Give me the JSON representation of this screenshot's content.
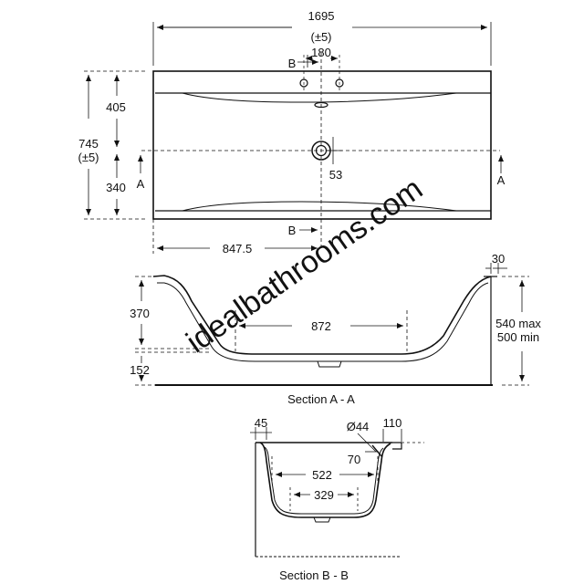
{
  "watermark": "idealbathrooms.com",
  "plan": {
    "overall_length": "1695",
    "overall_length_tol": "(±5)",
    "tap_spacing": "180",
    "width": "745",
    "width_tol": "(±5)",
    "upper_part": "405",
    "lower_part": "340",
    "waste_offset": "53",
    "half_length": "847.5",
    "section_a_left": "A",
    "section_a_right": "A",
    "section_b_top": "B",
    "section_b_bottom": "B"
  },
  "section_a": {
    "rim": "30",
    "depth": "370",
    "base_width": "872",
    "height": "540 max",
    "height_min": "500 min",
    "foot": "152",
    "caption": "Section A - A"
  },
  "section_b": {
    "rim": "45",
    "waste_dia": "Ø44",
    "ledge": "110",
    "drop": "70",
    "inner_width": "522",
    "base_width": "329",
    "caption": "Section B - B"
  }
}
